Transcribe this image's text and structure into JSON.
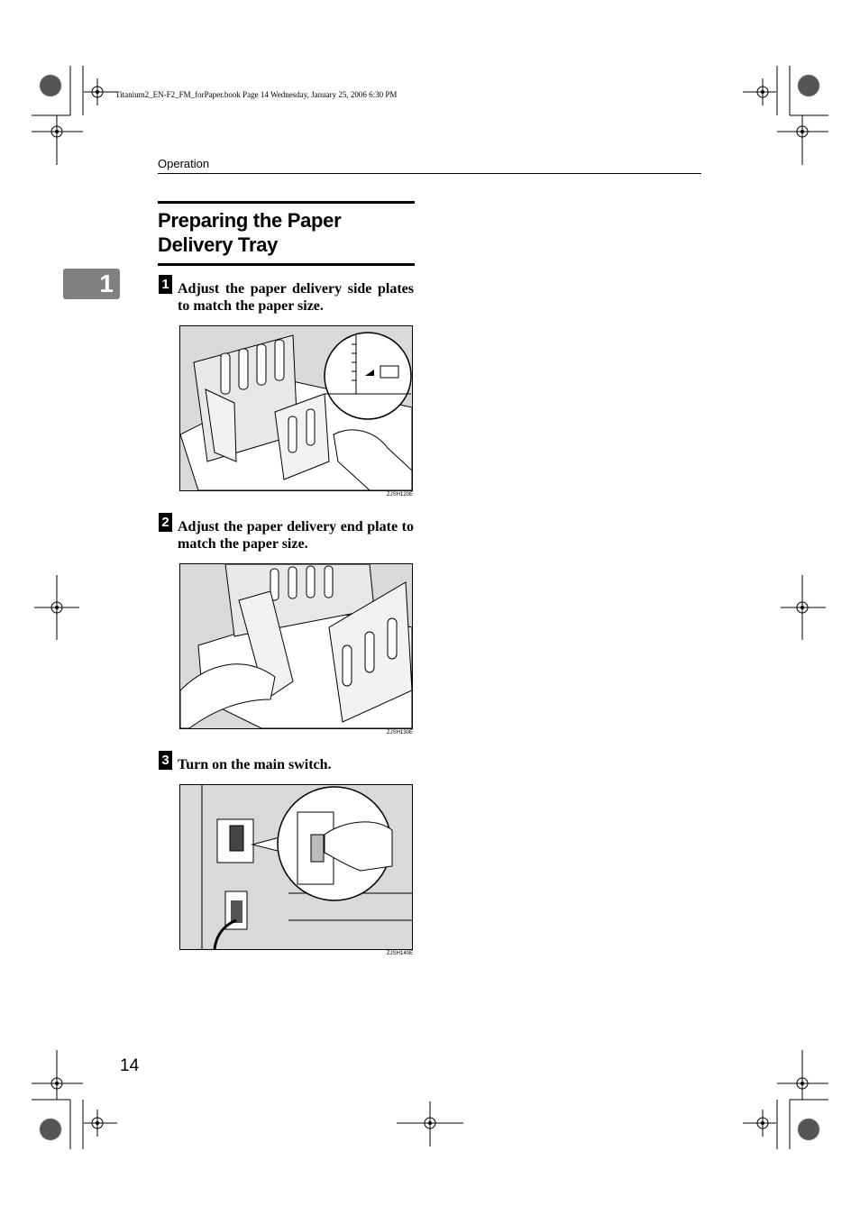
{
  "print_header": "Titanium2_EN-F2_FM_forPaper.book  Page 14  Wednesday, January 25, 2006  6:30 PM",
  "running_head": "Operation",
  "chapter_tab": "1",
  "section_title": "Preparing the Paper Delivery Tray",
  "steps": [
    {
      "number": "1",
      "text": "Adjust the paper delivery side plates to match the paper size.",
      "figure_code": "ZJSH120E"
    },
    {
      "number": "2",
      "text": "Adjust the paper delivery end plate to match the paper size.",
      "figure_code": "ZJSH130E"
    },
    {
      "number": "3",
      "text": "Turn on the main switch.",
      "figure_code": "ZJSH140E"
    }
  ],
  "page_number": "14"
}
